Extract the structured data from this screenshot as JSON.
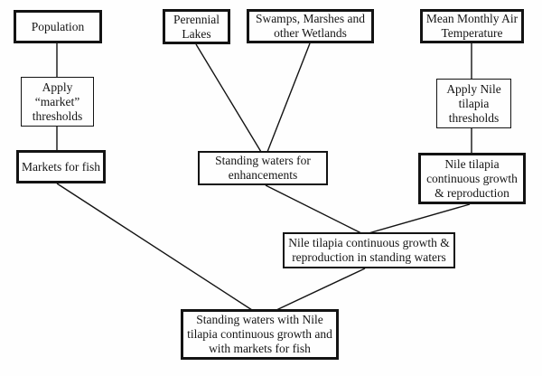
{
  "diagram": {
    "title": "Flowchart of standing waters with Nile tilapia growth and markets for fish",
    "background_color": "#fefefe",
    "line_color": "#131313",
    "nodes": {
      "population": {
        "label": "Population"
      },
      "perennial_lakes": {
        "label": "Perennial\nLakes"
      },
      "swamps_wetlands": {
        "label": "Swamps, Marshes and\nother Wetlands"
      },
      "mean_monthly_air": {
        "label": "Mean Monthly Air\nTemperature"
      },
      "apply_market": {
        "label": "Apply\n“market”\nthresholds"
      },
      "apply_nile": {
        "label": "Apply Nile\ntilapia\nthresholds"
      },
      "markets_for_fish": {
        "label": "Markets for fish"
      },
      "standing_waters": {
        "label": "Standing waters for\nenhancements"
      },
      "nile_growth": {
        "label": "Nile tilapia\ncontinuous growth\n& reproduction"
      },
      "nile_growth_standing": {
        "label": "Nile tilapia continuous growth &\nreproduction in standing waters"
      },
      "final_standing": {
        "label": "Standing waters with Nile\ntilapia continuous growth and\nwith markets for fish"
      }
    },
    "edges": [
      {
        "from": "population",
        "to": "apply_market"
      },
      {
        "from": "apply_market",
        "to": "markets_for_fish"
      },
      {
        "from": "perennial_lakes",
        "to": "standing_waters"
      },
      {
        "from": "swamps_wetlands",
        "to": "standing_waters"
      },
      {
        "from": "mean_monthly_air",
        "to": "apply_nile"
      },
      {
        "from": "apply_nile",
        "to": "nile_growth"
      },
      {
        "from": "standing_waters",
        "to": "nile_growth_standing"
      },
      {
        "from": "nile_growth",
        "to": "nile_growth_standing"
      },
      {
        "from": "markets_for_fish",
        "to": "final_standing"
      },
      {
        "from": "nile_growth_standing",
        "to": "final_standing"
      }
    ]
  }
}
